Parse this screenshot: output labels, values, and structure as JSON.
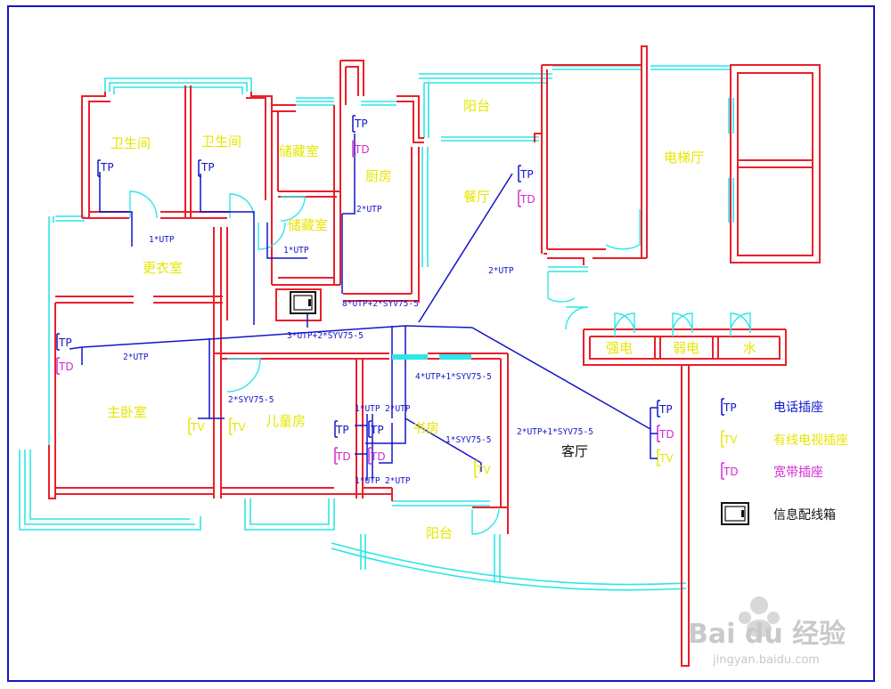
{
  "rooms": {
    "bath1": "卫生间",
    "bath2": "卫生间",
    "storage1": "储藏室",
    "storage2": "储藏室",
    "kitchen": "厨房",
    "balcony_top": "阳台",
    "dining": "餐厅",
    "elevator_hall": "电梯厅",
    "dressing": "更衣室",
    "master": "主卧室",
    "kids": "儿童房",
    "study": "书房",
    "living": "客厅",
    "balcony_bottom": "阳台",
    "strong_elec": "强电",
    "weak_elec": "弱电",
    "water": "水"
  },
  "cables": {
    "bath_line": "1*UTP",
    "storage_line": "1*UTP",
    "kitchen_line": "2*UTP",
    "trunk_main": "8*UTP+2*SYV75-5",
    "trunk_west": "3*UTP+2*SYV75-5",
    "dining_line": "2*UTP",
    "master_line": "2*UTP",
    "kids_tv_line": "2*SYV75-5",
    "study_trunk": "4*UTP+1*SYV75-5",
    "study_top_left": "1*UTP",
    "study_top_right": "2*UTP",
    "study_bottom_left": "1*UTP",
    "study_bottom_right": "2*UTP",
    "study_tv_line": "1*SYV75-5",
    "living_line": "2*UTP+1*SYV75-5"
  },
  "sockets": {
    "tp": "TP",
    "tv": "TV",
    "td": "TD"
  },
  "legend": {
    "phone": "电话插座",
    "cable_tv": "有线电视插座",
    "broadband": "宽带插座",
    "info_box": "信息配线箱"
  },
  "watermark": {
    "brand": "Bai du 经验",
    "url": "jingyan.baidu.com"
  },
  "colors": {
    "wall": "#ea1f2b",
    "window": "#2ee6e6",
    "cable": "#1414c8",
    "room_text": "#e6e600",
    "tp_color": "#1414c8",
    "tv_color": "#e6e600",
    "td_color": "#d42ad4",
    "frame": "#1414c8"
  }
}
